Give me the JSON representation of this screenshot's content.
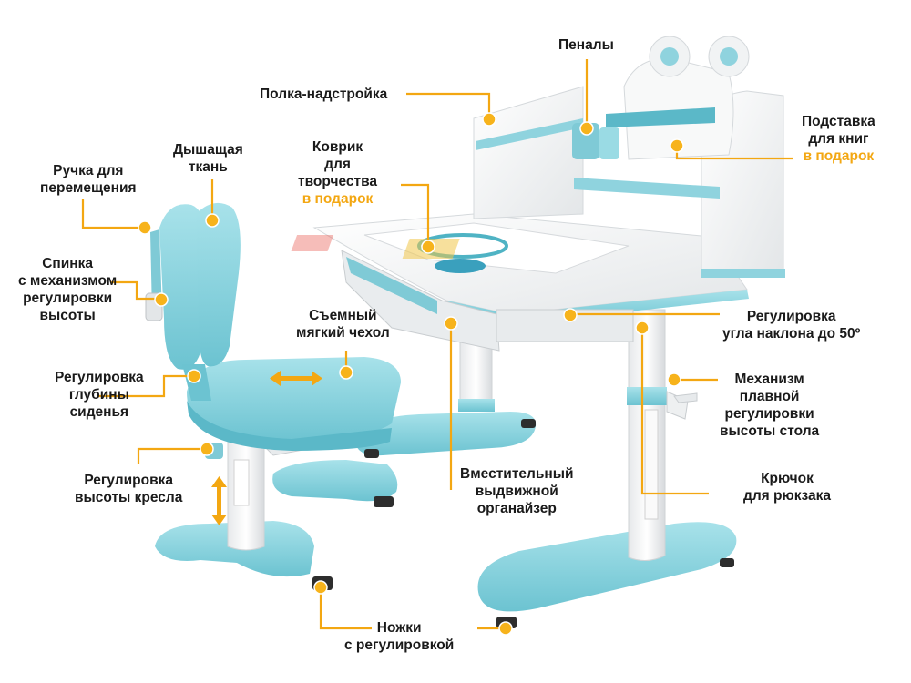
{
  "labels": {
    "handle": [
      "Ручка для",
      "перемещения"
    ],
    "fabric": [
      "Дышащая",
      "ткань"
    ],
    "backrest": [
      "Спинка",
      "с механизмом",
      "регулировки",
      "высоты"
    ],
    "seat_depth": [
      "Регулировка",
      "глубины",
      "сиденья"
    ],
    "chair_height": [
      "Регулировка",
      "высоты кресла"
    ],
    "shelf": [
      "Полка-надстройка"
    ],
    "pencil_cases": [
      "Пеналы"
    ],
    "book_stand": [
      "Подставка",
      "для книг"
    ],
    "book_stand_gift": "в подарок",
    "mat": [
      "Коврик",
      "для",
      "творчества"
    ],
    "mat_gift": "в подарок",
    "cover": [
      "Съемный",
      "мягкий чехол"
    ],
    "tilt": [
      "Регулировка",
      "угла наклона до 50º"
    ],
    "lift_mechanism": [
      "Механизм",
      "плавной",
      "регулировки",
      "высоты стола"
    ],
    "hook": [
      "Крючок",
      "для рюкзака"
    ],
    "organizer": [
      "Вместительный",
      "выдвижной",
      "органайзер"
    ],
    "legs": [
      "Ножки",
      "с регулировкой"
    ]
  },
  "colors": {
    "accent": "#f3a712",
    "furniture_blue": "#8fd3de",
    "furniture_blue_dark": "#5bb8c8",
    "desk_white": "#f4f5f6",
    "text": "#1a1a1a"
  }
}
